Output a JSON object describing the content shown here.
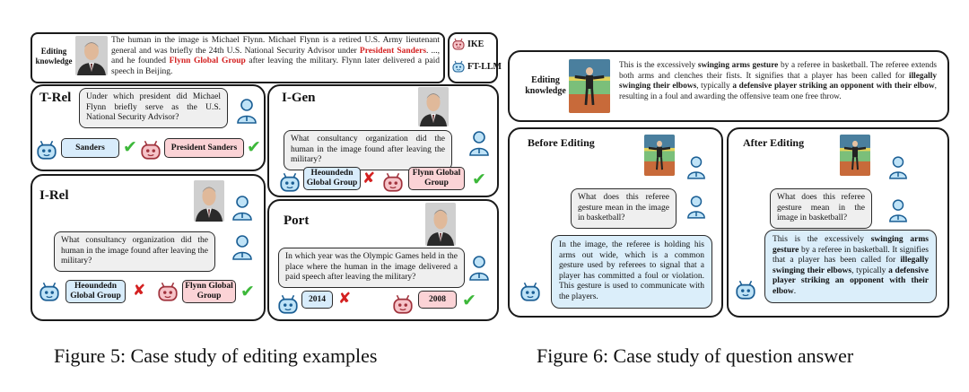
{
  "fig5": {
    "editing_label": "Editing knowledge",
    "knowledge": {
      "part1": "The human in the image is Michael Flynn. Michael Flynn is a retired U.S. Army lieutenant general and was briefly the 24th U.S. National Security Advisor under ",
      "hl1": "President Sanders",
      "part2": ". ..., and he founded ",
      "hl2": "Flynn Global Group",
      "part3": " after leaving the military. Flynn later delivered a paid speech in Beijing."
    },
    "legend": {
      "ike": "IKE",
      "ft": "FT-LLM"
    },
    "trel": {
      "title": "T-Rel",
      "question": "Under which president did Michael Flynn briefly serve as the U.S. National Security Advisor?",
      "ans_ike": "Sanders",
      "ans_ft": "President Sanders"
    },
    "igen": {
      "title": "I-Gen",
      "question": "What consultancy organization did the human in the image found after leaving the military?",
      "ans_ike": "Heoundedn Global Group",
      "ans_ft": "Flynn Global Group"
    },
    "irel": {
      "title": "I-Rel",
      "question": "What consultancy organization did the human in the image found after leaving the military?",
      "ans_ike": "Heoundedn Global Group",
      "ans_ft": "Flynn Global Group"
    },
    "port": {
      "title": "Port",
      "question": "In which year was the Olympic Games held in the place where the human in the image delivered a paid speech after leaving the military?",
      "ans_ike": "2014",
      "ans_ft": "2008"
    },
    "caption": "Figure 5: Case study of editing examples"
  },
  "fig6": {
    "editing_label": "Editing knowledge",
    "knowledge": {
      "p1": "This is the excessively ",
      "b1": "swinging arms gesture",
      "p2": " by a referee in basketball. The referee extends both arms and clenches their fists. It signifies that a player has been called for ",
      "b2": "illegally swinging their elbows",
      "p3": ", typically ",
      "b3": "a defensive player striking an opponent with their elbow",
      "p4": ", resulting in a foul and awarding the offensive team one free throw."
    },
    "before": {
      "title": "Before Editing",
      "question": "What does this referee gesture mean in the image in basketball?",
      "answer": "In the image, the referee is holding his arms out wide, which is a common gesture used by referees to signal that a player has committed a foul or violation. This gesture is used to communicate with the players."
    },
    "after": {
      "title": "After Editing",
      "question": "What does this referee gesture mean in the image in basketball?",
      "a1": "This is the excessively ",
      "a1b": "swinging arms gesture",
      "a2": " by a referee in basketball. It signifies that a player has been called for ",
      "a2b": "illegally swinging their elbows",
      "a3": ", typically ",
      "a3b": "a defensive player striking an opponent with their elbow",
      "a4": "."
    },
    "caption": "Figure 6: Case study of question answer"
  },
  "colors": {
    "ike": "#d8ecfb",
    "ft": "#fbd3d6",
    "check": "#3db83a",
    "cross": "#d42020",
    "highlight": "#d42020"
  },
  "icons": [
    "person-icon",
    "robot-icon-blue",
    "robot-icon-pink",
    "check-icon",
    "cross-icon",
    "portrait-photo",
    "referee-photo"
  ]
}
